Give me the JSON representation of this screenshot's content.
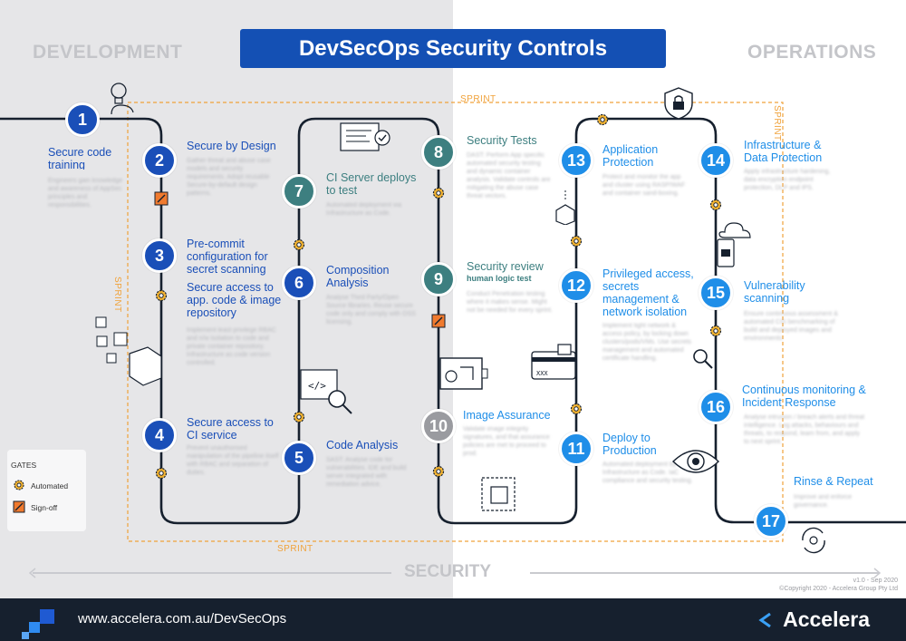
{
  "title": "DevSecOps Security Controls",
  "phases": {
    "development": "DEVELOPMENT",
    "operations": "OPERATIONS",
    "security": "SECURITY"
  },
  "sprint_label": "SPRINT",
  "steps": [
    {
      "num": "1",
      "title": "Secure code training",
      "sub": "",
      "desc": "Engineers gain knowledge and awareness of AppSec principles and responsibilities."
    },
    {
      "num": "2",
      "title": "Secure by Design",
      "sub": "",
      "desc": "Gather threat and abuse case models and security requirements. Adopt reusable Secure-by-default design patterns."
    },
    {
      "num": "3",
      "title": "Pre-commit configuration for secret scanning",
      "sub": "",
      "desc": ""
    },
    {
      "num": "4",
      "title": "Secure access to CI service",
      "sub": "",
      "desc": "Prevent unauthorised manipulation of the pipeline itself with RBAC and separation of duties."
    },
    {
      "num": "5",
      "title": "Code Analysis",
      "sub": "",
      "desc": "SAST: Analyse code for vulnerabilities. IDE and build server integrated with remediation advice."
    },
    {
      "num": "6",
      "title": "Composition Analysis",
      "sub": "",
      "desc": "Analyse Third Party/Open Source libraries. Reuse secure code only and comply with OSS licensing."
    },
    {
      "num": "7",
      "title": "CI Server deploys to test",
      "sub": "",
      "desc": "Automated deployment via Infrastructure as Code."
    },
    {
      "num": "8",
      "title": "Security Tests",
      "sub": "",
      "desc": "DAST: Perform App specific automated security testing and dynamic container analysis. Validate controls are mitigating the abuse case threat vectors."
    },
    {
      "num": "9",
      "title": "Security review",
      "sub": "human logic test",
      "desc": "Conduct Penetration testing where it makes sense. Might not be needed for every sprint."
    },
    {
      "num": "10",
      "title": "Image Assurance",
      "sub": "",
      "desc": "Validate image integrity signatures, and that assurance policies are met to proceed to prod."
    },
    {
      "num": "11",
      "title": "Deploy to Production",
      "sub": "",
      "desc": "Automated deployment by Infrastructure as Code. IaC compliance and security testing."
    },
    {
      "num": "12",
      "title": "Privileged access, secrets management & network isolation",
      "sub": "",
      "desc": "Implement tight network & access policy, by locking down clusters/pods/VMs. Use secrets management and automated certificate handling."
    },
    {
      "num": "13",
      "title": "Application Protection",
      "sub": "",
      "desc": "Protect and monitor the app and cluster using RASP/WAF and container sand-boxing."
    },
    {
      "num": "14",
      "title": "Infrastructure & Data Protection",
      "sub": "",
      "desc": "Apply infrastructure hardening, data encryption endpoint protection, DLP and IPS."
    },
    {
      "num": "15",
      "title": "Vulnerability scanning",
      "sub": "",
      "desc": "Ensure continuous assessment & automated CIS benchmarking of build and deployed images and environments."
    },
    {
      "num": "16",
      "title": "Continuous monitoring & Incident Response",
      "sub": "",
      "desc": "Analyse intrusion / breach alerts and threat intelligence. Log attacks, behaviours and threats, to respond, learn from, and apply to next sprint."
    },
    {
      "num": "17",
      "title": "Rinse & Repeat",
      "sub": "",
      "desc": "Improve and enforce governance."
    }
  ],
  "step3b": {
    "title": "Secure access to app. code & image repository",
    "desc": "Implement least privilege RBAC and n/w isolation to code and private container repository. Infrastructure as code version controlled."
  },
  "gates": {
    "title": "GATES",
    "automated": "Automated",
    "signoff": "Sign-off"
  },
  "version": "v1.0 - Sep 2020",
  "copyright": "©Copyright 2020 - Accelera Group Pty Ltd",
  "footer": {
    "url": "www.accelera.com.au/DevSecOps",
    "brand": "Accelera"
  },
  "colors": {
    "primary": "#1450b4",
    "teal": "#3d7f80",
    "light": "#1f8ee8",
    "grey": "#9a9ba0",
    "sprint": "#f0a23a",
    "footer": "#16202e"
  },
  "icons": [
    "lightbulb-head-icon",
    "gear-icon",
    "signoff-pencil-icon",
    "cubes-icon",
    "monitor-check-icon",
    "code-search-icon",
    "shield-lock-icon",
    "container-icon",
    "card-lock-icon",
    "eye-icon",
    "cloud-phone-icon",
    "search-icon",
    "rinse-cycle-icon",
    "scan-frame-icon",
    "dashboard-icon"
  ]
}
